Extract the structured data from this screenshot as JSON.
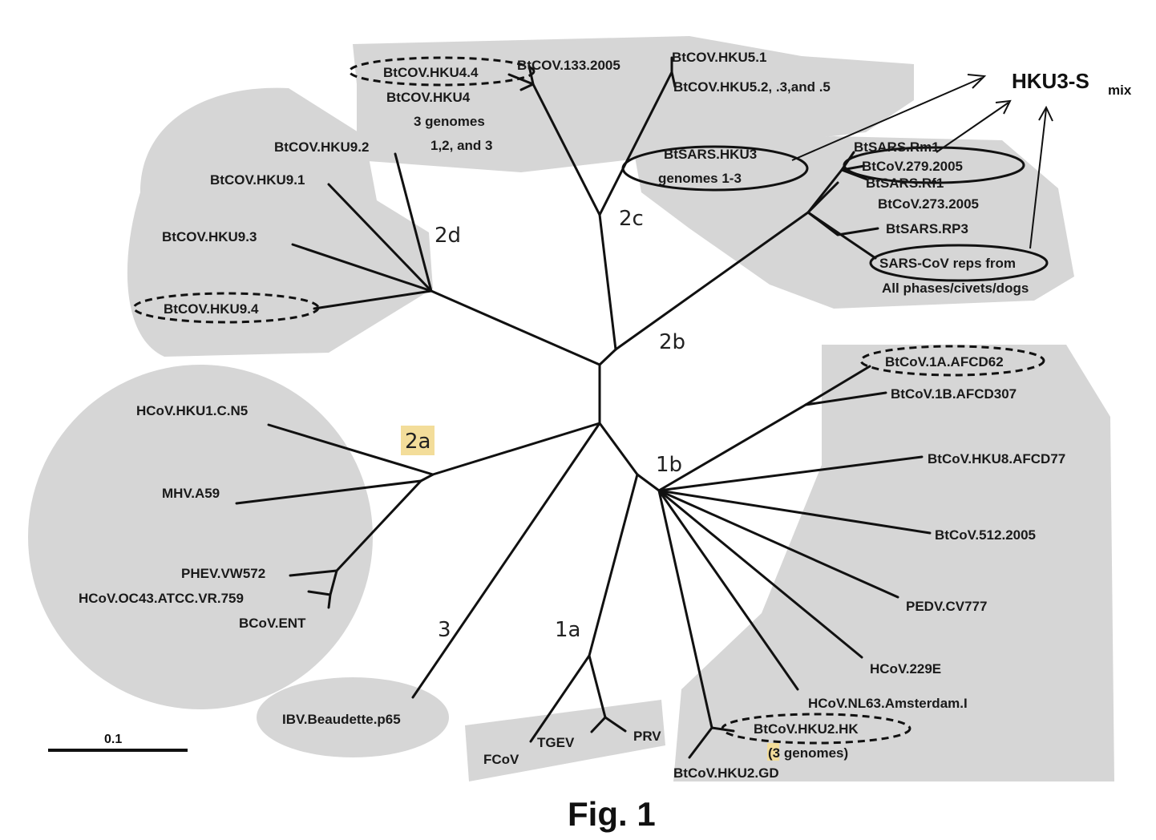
{
  "colors": {
    "shade": "#d6d6d6",
    "highlight": "#f3dd9a",
    "ink": "#111111"
  },
  "tree": {
    "clades": {
      "c1a": "1a",
      "c1b": "1b",
      "c2a": "2a",
      "c2b": "2b",
      "c2c": "2c",
      "c2d": "2d",
      "c3": "3"
    },
    "taxa": {
      "hku44": "BtCOV.HKU4.4",
      "btcov133": "BtCOV.133.2005",
      "hku4": "BtCOV.HKU4",
      "hku4_genomes": "3 genomes",
      "hku4_list": "1,2, and 3",
      "hku51": "BtCOV.HKU5.1",
      "hku52": "BtCOV.HKU5.2, .3,and .5",
      "hku92": "BtCOV.HKU9.2",
      "hku91": "BtCOV.HKU9.1",
      "hku93": "BtCOV.HKU9.3",
      "hku94": "BtCOV.HKU9.4",
      "btsars_hku3": "BtSARS.HKU3",
      "hku3_genomes": "genomes 1-3",
      "rm1": "BtSARS.Rm1",
      "btcov279": "BtCoV.279.2005",
      "rf1": "BtSARS.Rf1",
      "btcov273": "BtCoV.273.2005",
      "rp3": "BtSARS.RP3",
      "sars_reps": "SARS-CoV reps from",
      "sars_phases": "All phases/civets/dogs",
      "hcov_hku1": "HCoV.HKU1.C.N5",
      "mhv": "MHV.A59",
      "phev": "PHEV.VW572",
      "oc43": "HCoV.OC43.ATCC.VR.759",
      "bcov": "BCoV.ENT",
      "ibv": "IBV.Beaudette.p65",
      "fcov": "FCoV",
      "tgev": "TGEV",
      "prv": "PRV",
      "btcov1a": "BtCoV.1A.AFCD62",
      "btcov1b": "BtCoV.1B.AFCD307",
      "hku8": "BtCoV.HKU8.AFCD77",
      "btcov512": "BtCoV.512.2005",
      "pedv": "PEDV.CV777",
      "hcov229e": "HCoV.229E",
      "nl63": "HCoV.NL63.Amsterdam.I",
      "hku2hk": "BtCoV.HKU2.HK",
      "hku2_num": "3",
      "hku2_genomes": " genomes)",
      "hku2_open": "(",
      "hku2gd": "BtCoV.HKU2.GD"
    },
    "hku3s": {
      "main": "HKU3-S",
      "sub": "mix"
    }
  },
  "scale_bar": {
    "label": "0.1"
  },
  "caption": "Fig. 1"
}
